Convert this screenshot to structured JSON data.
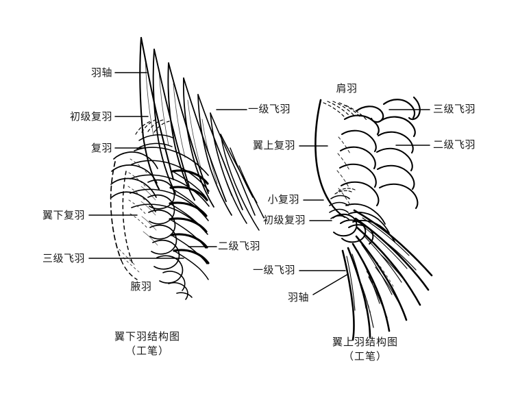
{
  "figure": {
    "title_semantic": "bird-wing-feather-structure-diagram",
    "background_color": "#ffffff",
    "ink_color": "#000000",
    "text_color": "#181818"
  },
  "left_diagram": {
    "caption_line1": "翼下羽结构图",
    "caption_line2": "（工笔）",
    "labels": [
      {
        "id": "left-rachis",
        "text": "羽轴",
        "align": "right"
      },
      {
        "id": "left-primary-coverts",
        "text": "初级复羽",
        "align": "right"
      },
      {
        "id": "left-coverts",
        "text": "复羽",
        "align": "right"
      },
      {
        "id": "left-underwing-coverts",
        "text": "翼下复羽",
        "align": "right"
      },
      {
        "id": "left-tertials",
        "text": "三级飞羽",
        "align": "right"
      },
      {
        "id": "left-axillaries",
        "text": "腋羽",
        "align": "center"
      },
      {
        "id": "left-primaries",
        "text": "一级飞羽",
        "align": "left"
      },
      {
        "id": "left-secondaries",
        "text": "二级飞羽",
        "align": "left"
      }
    ]
  },
  "right_diagram": {
    "caption_line1": "翼上羽结构图",
    "caption_line2": "（工笔）",
    "labels": [
      {
        "id": "right-scapulars",
        "text": "肩羽",
        "align": "center"
      },
      {
        "id": "right-upperwing-coverts",
        "text": "翼上复羽",
        "align": "right"
      },
      {
        "id": "right-lesser-coverts",
        "text": "小复羽",
        "align": "right"
      },
      {
        "id": "right-primary-coverts",
        "text": "初级复羽",
        "align": "right"
      },
      {
        "id": "right-primaries",
        "text": "一级飞羽",
        "align": "right"
      },
      {
        "id": "right-rachis",
        "text": "羽轴",
        "align": "right"
      },
      {
        "id": "right-tertials",
        "text": "三级飞羽",
        "align": "left"
      },
      {
        "id": "right-secondaries",
        "text": "二级飞羽",
        "align": "left"
      }
    ]
  }
}
